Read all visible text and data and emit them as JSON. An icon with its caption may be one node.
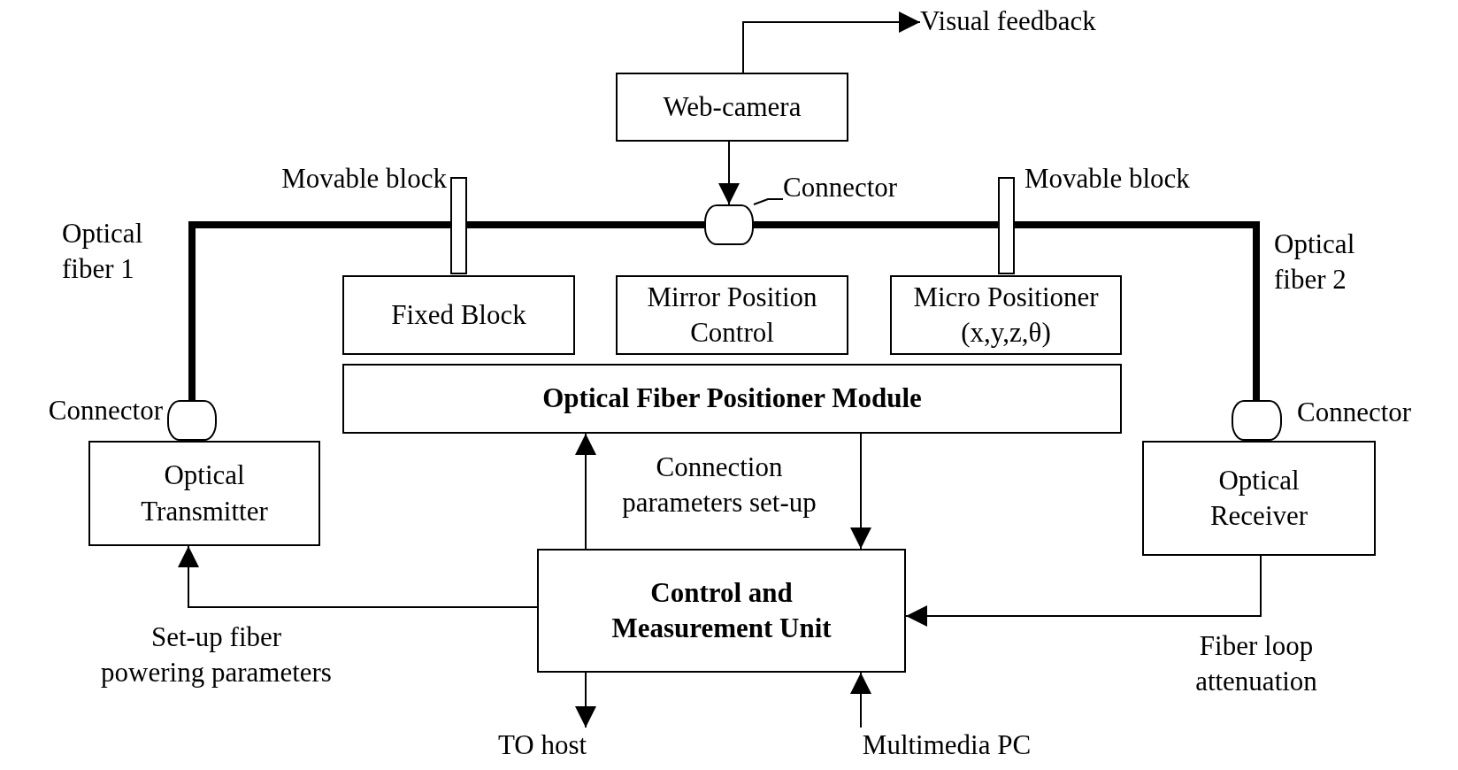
{
  "diagram": {
    "nodes": [
      {
        "text": [
          "Web-camera"
        ]
      },
      {
        "text": [
          "Visual feedback"
        ]
      },
      {
        "text": [],
        "shape": "bar",
        "beside": [
          "Movable block"
        ]
      },
      {
        "text": [],
        "shape": "oval"
      },
      {
        "text": [
          "Connector"
        ]
      },
      {
        "text": [],
        "shape": "bar",
        "beside": [
          "Movable block"
        ]
      },
      {
        "text": [
          "Fixed Block"
        ]
      },
      {
        "text": [
          "Mirror Position Control"
        ]
      },
      {
        "text": [
          "Micro Positioner (x,y,z,θ)"
        ]
      },
      {
        "text": [
          "Optical Fiber Positioner Module"
        ]
      },
      {
        "text": [],
        "shape": "oval",
        "beside": [
          "Connector"
        ]
      },
      {
        "text": [
          "Optical Transmitter"
        ]
      },
      {
        "text": [],
        "shape": "oval",
        "beside": [
          "Connector"
        ]
      },
      {
        "text": [
          "Optical Receiver"
        ]
      },
      {
        "text": [
          "Control and Measurement Unit"
        ]
      },
      {
        "text": [
          "TO host"
        ]
      },
      {
        "text": [
          "Multimedia PC"
        ]
      }
    ],
    "edges": [
      {
        "from": 0,
        "to": 1,
        "arrow": "to"
      },
      {
        "from": 0,
        "to": 3,
        "arrow": "to"
      },
      {
        "from": 4,
        "to": 3,
        "arrow": "none"
      },
      {
        "from": 10,
        "to": 3,
        "arrow": "none",
        "style": "thick"
      },
      {
        "from": 3,
        "to": 12,
        "arrow": "none",
        "style": "thick"
      },
      {
        "from": 14,
        "to": 9,
        "arrow": "to"
      },
      {
        "from": 9,
        "to": 14,
        "arrow": "to"
      },
      {
        "from": 14,
        "to": 11,
        "arrow": "to"
      },
      {
        "from": 13,
        "to": 14,
        "arrow": "to"
      },
      {
        "from": 14,
        "to": 15,
        "arrow": "to"
      },
      {
        "from": 16,
        "to": 14,
        "arrow": "to"
      }
    ],
    "labels": [
      "Optical fiber 1",
      "Optical fiber 2",
      "Connection parameters set-up",
      "Set-up fiber powering parameters",
      "Fiber loop attenuation"
    ]
  }
}
